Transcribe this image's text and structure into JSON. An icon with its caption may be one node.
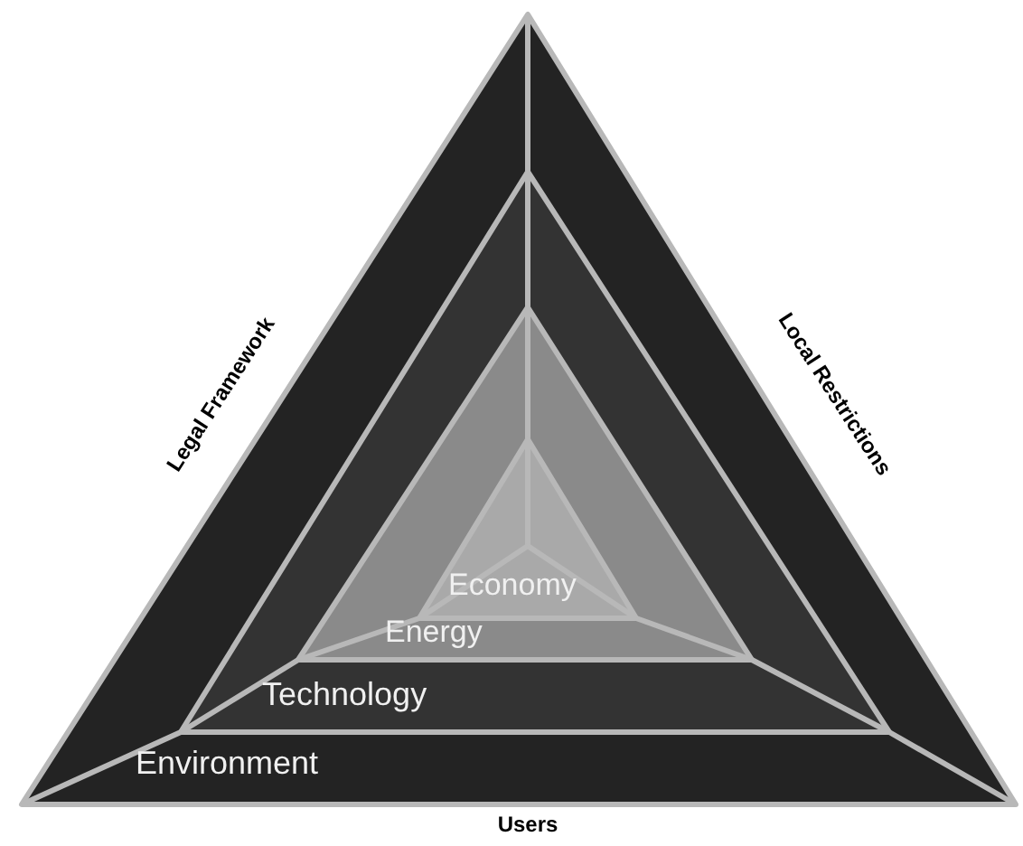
{
  "diagram": {
    "nodes": [
      {
        "text": [
          "Environment"
        ]
      },
      {
        "text": [
          "Technology"
        ],
        "in": 0
      },
      {
        "text": [
          "Energy"
        ],
        "in": 1
      },
      {
        "text": [
          "Economy"
        ],
        "in": 2
      }
    ],
    "labels": [
      "Legal Framework",
      "Local Restrictions",
      "Users"
    ]
  }
}
